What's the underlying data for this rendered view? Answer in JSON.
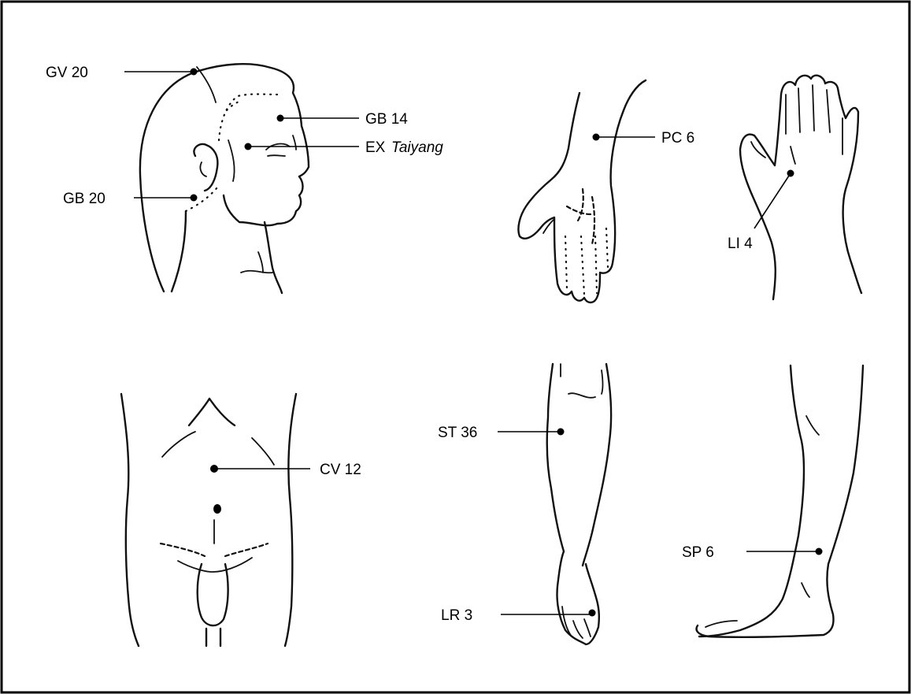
{
  "points": {
    "gv20": {
      "code": "GV 20"
    },
    "gb14": {
      "code": "GB 14"
    },
    "ex": {
      "code": "EX",
      "name": "Taiyang"
    },
    "gb20": {
      "code": "GB 20"
    },
    "pc6": {
      "code": "PC 6"
    },
    "li4": {
      "code": "LI 4"
    },
    "cv12": {
      "code": "CV 12"
    },
    "st36": {
      "code": "ST 36"
    },
    "lr3": {
      "code": "LR 3"
    },
    "sp6": {
      "code": "SP 6"
    }
  },
  "colors": {
    "ink": "#000000",
    "background": "#ffffff"
  }
}
